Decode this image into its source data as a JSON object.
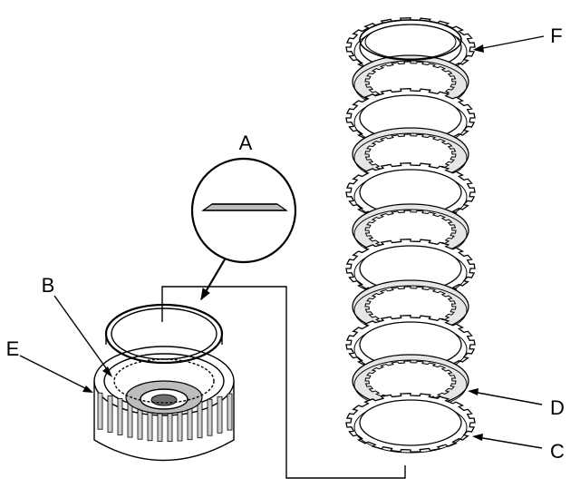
{
  "callouts": {
    "a": "A",
    "b": "B",
    "c": "C",
    "d": "D",
    "e": "E",
    "f": "F"
  },
  "colors": {
    "line": "#000000",
    "background": "#ffffff",
    "shade": "#bdbdbd"
  }
}
